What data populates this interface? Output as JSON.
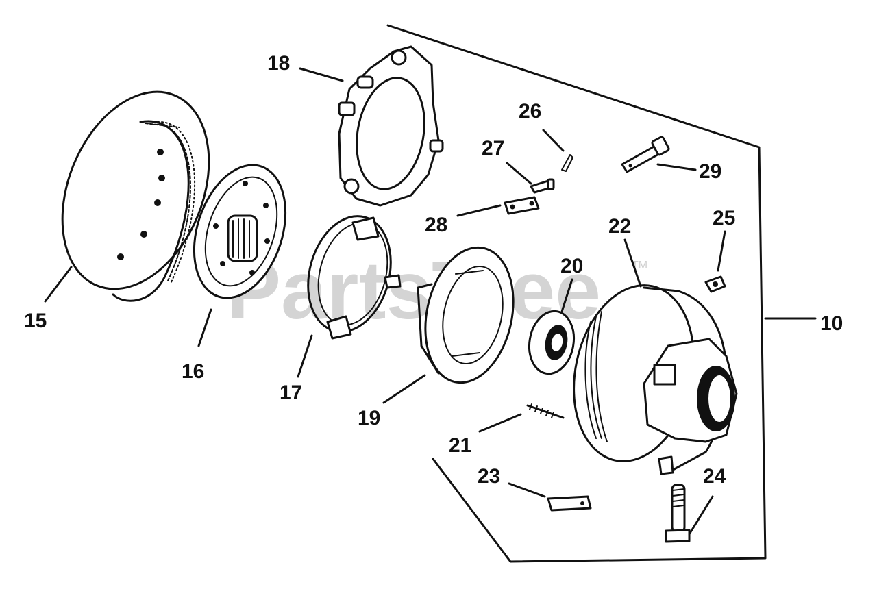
{
  "watermark": {
    "text": "PartsTree",
    "trademark": "TM"
  },
  "parts": [
    {
      "id": "10",
      "label": "10"
    },
    {
      "id": "15",
      "label": "15"
    },
    {
      "id": "16",
      "label": "16"
    },
    {
      "id": "17",
      "label": "17"
    },
    {
      "id": "18",
      "label": "18"
    },
    {
      "id": "19",
      "label": "19"
    },
    {
      "id": "20",
      "label": "20"
    },
    {
      "id": "21",
      "label": "21"
    },
    {
      "id": "22",
      "label": "22"
    },
    {
      "id": "23",
      "label": "23"
    },
    {
      "id": "24",
      "label": "24"
    },
    {
      "id": "25",
      "label": "25"
    },
    {
      "id": "26",
      "label": "26"
    },
    {
      "id": "27",
      "label": "27"
    },
    {
      "id": "28",
      "label": "28"
    },
    {
      "id": "29",
      "label": "29"
    }
  ]
}
